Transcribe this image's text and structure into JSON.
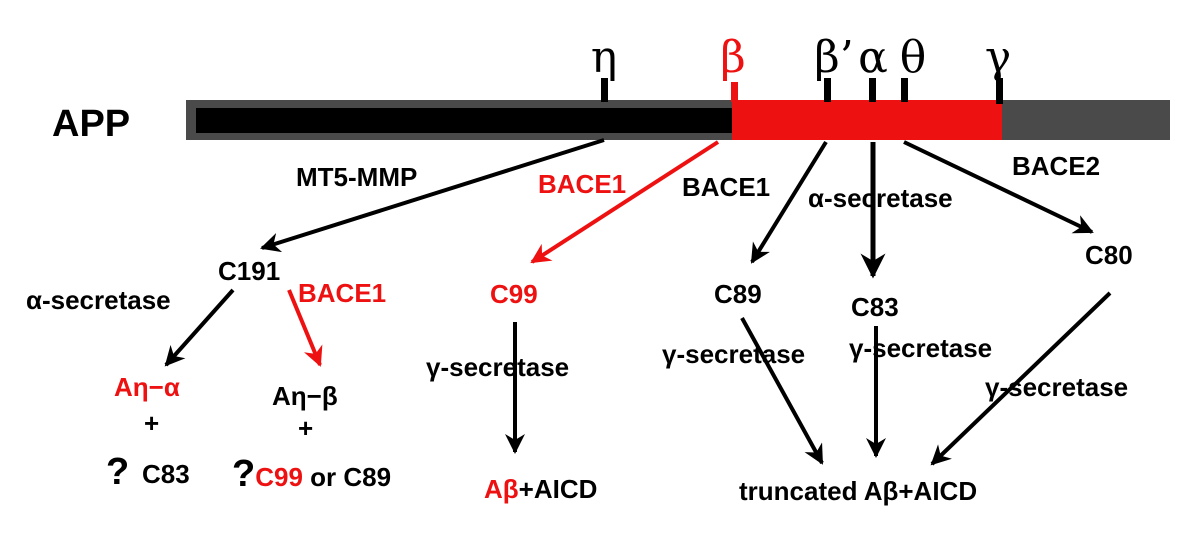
{
  "protein": "APP",
  "sites": {
    "eta": "η",
    "beta": "β",
    "beta_prime": "β’",
    "alpha": "α",
    "theta": "θ",
    "gamma": "γ"
  },
  "enzymes": {
    "mt5_mmp": "MT5-MMP",
    "bace1_main": "BACE1",
    "bace1_beta_prime": "BACE1",
    "alpha_secretase_main": "α-secretase",
    "bace2": "BACE2",
    "alpha_secretase_c191": "α-secretase",
    "bace1_c191": "BACE1",
    "gamma_secretase_c99": "γ-secretase",
    "gamma_secretase_c89": "γ-secretase",
    "gamma_secretase_c83": "γ-secretase",
    "gamma_secretase_c80": "γ-secretase"
  },
  "fragments": {
    "c191": "C191",
    "c99": "C99",
    "c89": "C89",
    "c83": "C83",
    "c80": "C80"
  },
  "products": {
    "a_eta_alpha": "Aη−α",
    "a_eta_beta": "Aη−β",
    "plus_1": "+",
    "plus_2": "+",
    "q1": "?",
    "q1_c83": "C83",
    "q2": "?",
    "q2_c99": "C99",
    "q2_or": " or C89",
    "abeta_a": "Aβ",
    "abeta_rest": "+AICD",
    "truncated": "truncated Aβ+AICD"
  },
  "colors": {
    "red": "#ee1111",
    "black": "#000000",
    "gray": "#4a4a4a"
  }
}
